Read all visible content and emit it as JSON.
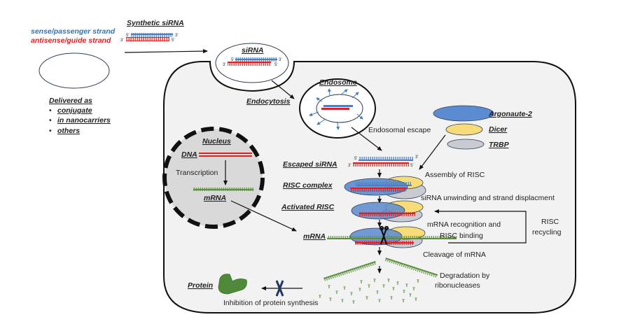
{
  "legend": {
    "sense_strand": "sense/passenger strand",
    "antisense_strand": "antisense/guide strand",
    "sense_color": "#2e75b6",
    "antisense_color": "#e0201f"
  },
  "synthetic_sirna": {
    "title": "Synthetic siRNA",
    "end5": "5'",
    "end3": "3'"
  },
  "delivery": {
    "title": "Delivered as",
    "items": [
      "conjugate",
      "in nanocarriers",
      "others"
    ]
  },
  "vesicle": {
    "title": "siRNA"
  },
  "endocytosis": "Endocytosis",
  "endosome": {
    "title": "Endosome",
    "escape": "Endosomal escape"
  },
  "proteins": [
    {
      "name": "Argonaute-2",
      "color": "#5b8bd0"
    },
    {
      "name": "Dicer",
      "color": "#f9dc7a"
    },
    {
      "name": "TRBP",
      "color": "#c8cbd1"
    }
  ],
  "nucleus": {
    "title": "Nucleus",
    "dna": "DNA",
    "transcription": "Transcription",
    "mrna": "mRNA"
  },
  "steps": {
    "escaped_sirna": "Escaped siRNA",
    "risc_complex": "RISC complex",
    "activated_risc": "Activated RISC",
    "mrna": "mRNA"
  },
  "annotations": {
    "assembly": "Assembly of RISC",
    "unwinding": "siRNA unwinding and strand displacment",
    "recognition_1": "mRNA recognition and",
    "recognition_2": "RISC binding",
    "recycling_1": "RISC",
    "recycling_2": "recycling",
    "cleavage": "Cleavage of mRNA",
    "degradation_1": "Degradation by",
    "degradation_2": "ribonucleases",
    "protein": "Protein",
    "inhibition": "Inhibition of protein synthesis"
  },
  "colors": {
    "mrna_green": "#5a8f3c",
    "protein_green": "#4f8a3a",
    "cell_fill": "#f2f2f2",
    "nucleus_fill": "#d9d9d9",
    "cross": "#1f3864"
  }
}
